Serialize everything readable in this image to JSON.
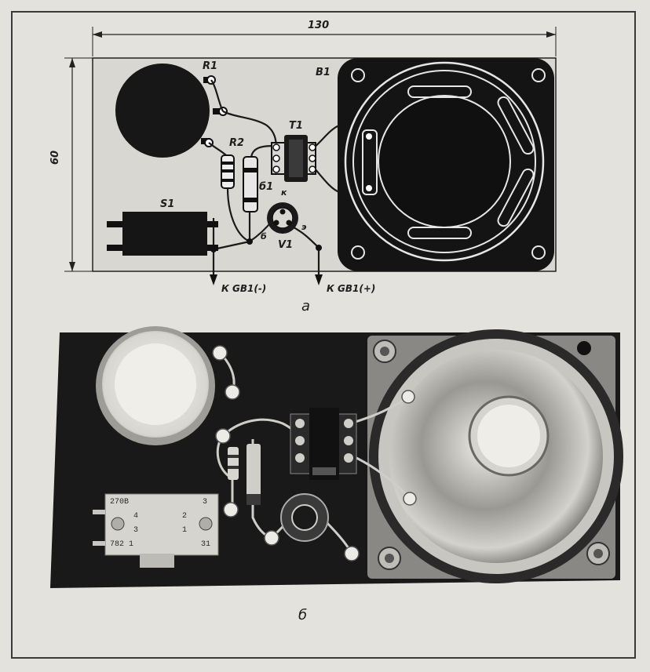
{
  "figure_a": {
    "panel_label": "а",
    "dimension_width": "130",
    "dimension_height": "60",
    "components": {
      "r1": "R1",
      "r2": "R2",
      "b1": "B1",
      "t1": "T1",
      "s1": "S1",
      "g1": "б1",
      "v1": "V1",
      "pin_k": "к",
      "pin_b": "б",
      "pin_e": "э"
    },
    "terminal_minus": "К GB1(-)",
    "terminal_plus": "К GB1(+)"
  },
  "figure_b": {
    "panel_label": "б",
    "switch_plate": {
      "line1_left": "270В",
      "line1_right": "3",
      "line2_left": "4",
      "line2_right": "2",
      "line3_left": "3",
      "line3_right": "1",
      "line4_left": "782 1",
      "line4_right": "31"
    }
  },
  "colors": {
    "paper": "#e4e2dc",
    "board_light": "#d8d6d0",
    "ink": "#1e1e1e",
    "photo_board": "#1a1a1a",
    "speaker_metal": "#b8b6b0"
  }
}
